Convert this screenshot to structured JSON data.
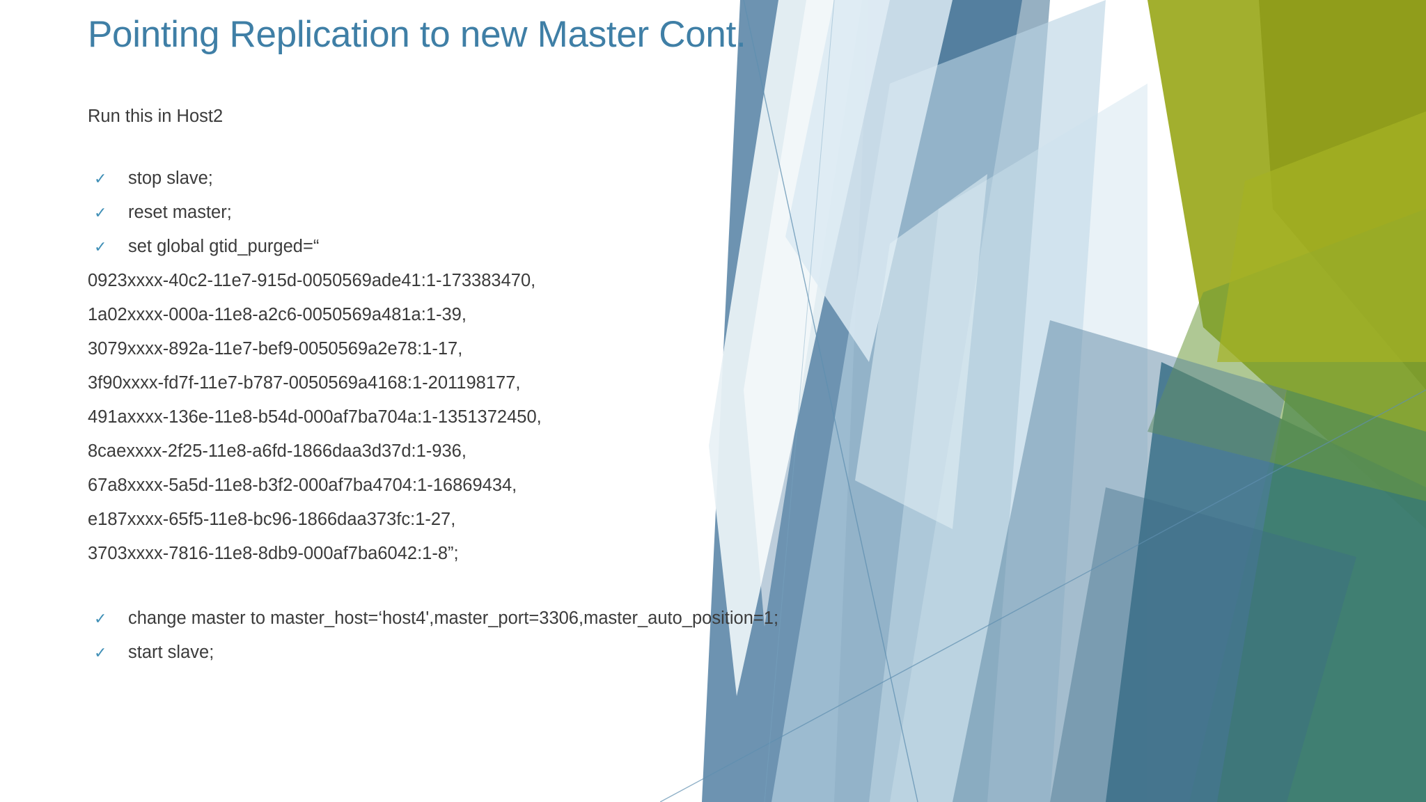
{
  "slide": {
    "title": "Pointing Replication to new Master Cont.",
    "intro": "Run this in Host2",
    "title_color": "#3f7fa6",
    "body_color": "#3b3b3b",
    "bullet_color": "#3f8fb6",
    "bullet_glyph": "✓",
    "bullets_top": [
      {
        "label": "stop slave;"
      },
      {
        "label": "reset master;"
      },
      {
        "label": "set global gtid_purged=“"
      }
    ],
    "gtid_lines": [
      "0923xxxx-40c2-11e7-915d-0050569ade41:1-173383470,",
      "1a02xxxx-000a-11e8-a2c6-0050569a481a:1-39,",
      "3079xxxx-892a-11e7-bef9-0050569a2e78:1-17,",
      "3f90xxxx-fd7f-11e7-b787-0050569a4168:1-201198177,",
      "491axxxx-136e-11e8-b54d-000af7ba704a:1-1351372450,",
      "8caexxxx-2f25-11e8-a6fd-1866daa3d37d:1-936,",
      "67a8xxxx-5a5d-11e8-b3f2-000af7ba4704:1-16869434,",
      "e187xxxx-65f5-11e8-bc96-1866daa373fc:1-27,",
      "3703xxxx-7816-11e8-8db9-000af7ba6042:1-8”;"
    ],
    "bullets_bottom": [
      {
        "label": "change master to master_host=‘host4',master_port=3306,master_auto_position=1;"
      },
      {
        "label": "start slave;"
      }
    ]
  },
  "theme": {
    "name": "facet",
    "palette": {
      "steel_blue": "#4a7fa5",
      "pale_blue": "#cddfeb",
      "light_blue": "#9dc3d8",
      "olive": "#9aa81c",
      "olive_dark": "#7d8a18",
      "teal_dark": "#2e6277",
      "teal_green": "#3f7a6a",
      "slate": "#5b7f99"
    }
  }
}
